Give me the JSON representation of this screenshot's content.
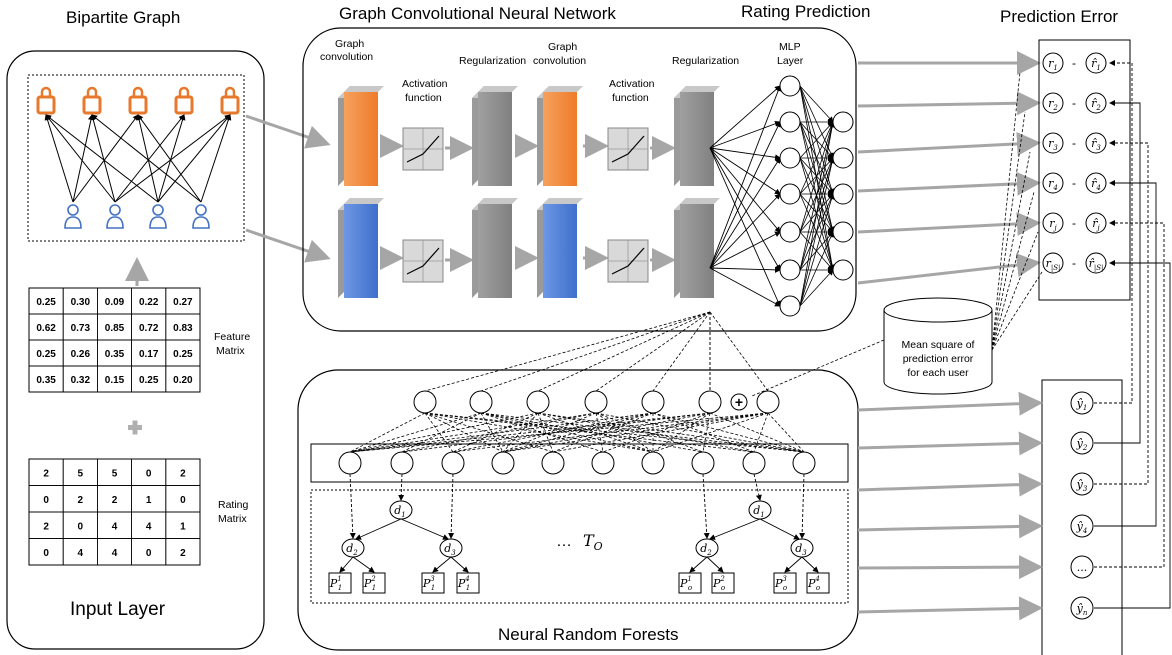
{
  "titles": {
    "bipartite": "Bipartite Graph",
    "gcn": "Graph Convolutional Neural Network",
    "rating": "Rating Prediction",
    "error": "Prediction Error",
    "input_layer": "Input Layer",
    "nrf": "Neural Random Forests"
  },
  "gcn_labels": {
    "graph_conv_1": [
      "Graph",
      "convolution"
    ],
    "activation_1": [
      "Activation",
      "function"
    ],
    "regularization_1": "Regularization",
    "graph_conv_2": [
      "Graph",
      "convolution"
    ],
    "activation_2": [
      "Activation",
      "function"
    ],
    "regularization_2": "Regularization",
    "mlp": [
      "MLP",
      "Layer"
    ]
  },
  "feature_matrix": {
    "label": [
      "Feature",
      "Matrix"
    ],
    "rows": [
      [
        "0.25",
        "0.30",
        "0.09",
        "0.22",
        "0.27"
      ],
      [
        "0.62",
        "0.73",
        "0.85",
        "0.72",
        "0.83"
      ],
      [
        "0.25",
        "0.26",
        "0.35",
        "0.17",
        "0.25"
      ],
      [
        "0.35",
        "0.32",
        "0.15",
        "0.25",
        "0.20"
      ]
    ]
  },
  "rating_matrix": {
    "label": [
      "Rating",
      "Matrix"
    ],
    "rows": [
      [
        "2",
        "5",
        "5",
        "0",
        "2"
      ],
      [
        "0",
        "2",
        "2",
        "1",
        "0"
      ],
      [
        "2",
        "0",
        "4",
        "4",
        "1"
      ],
      [
        "0",
        "4",
        "4",
        "0",
        "2"
      ]
    ]
  },
  "mse": [
    "Mean square of",
    "prediction error",
    "for each user"
  ],
  "error_rows": [
    {
      "r": "r",
      "sub": "1",
      "minus": "-",
      "rhat_sub": "1"
    },
    {
      "r": "r",
      "sub": "2",
      "minus": "-",
      "rhat_sub": "2"
    },
    {
      "r": "r",
      "sub": "3",
      "minus": "-",
      "rhat_sub": "3"
    },
    {
      "r": "r",
      "sub": "4",
      "minus": "-",
      "rhat_sub": "4"
    },
    {
      "r": "r",
      "sub": "j",
      "minus": "-",
      "rhat_sub": "j"
    },
    {
      "r": "r",
      "sub": "|S|",
      "minus": "-",
      "rhat_sub": "|S|"
    }
  ],
  "y_outputs": [
    {
      "label": "ŷ",
      "sub": "1"
    },
    {
      "label": "ŷ",
      "sub": "2"
    },
    {
      "label": "ŷ",
      "sub": "3"
    },
    {
      "label": "ŷ",
      "sub": "4"
    },
    {
      "label": "...",
      "sub": ""
    },
    {
      "label": "ŷ",
      "sub": "n"
    }
  ],
  "trees": {
    "ellipsis": "…",
    "T": "T",
    "T_sub": "O",
    "d1": "d",
    "d1_sub": "1",
    "d2": "d",
    "d2_sub": "2",
    "d3": "d",
    "d3_sub": "3",
    "left_leaves": [
      {
        "p": "P",
        "sub": "1",
        "sup": "1"
      },
      {
        "p": "P",
        "sub": "1",
        "sup": "2"
      },
      {
        "p": "P",
        "sub": "1",
        "sup": "3"
      },
      {
        "p": "P",
        "sub": "1",
        "sup": "4"
      }
    ],
    "right_leaves": [
      {
        "p": "P",
        "sub": "o",
        "sup": "1"
      },
      {
        "p": "P",
        "sub": "o",
        "sup": "2"
      },
      {
        "p": "P",
        "sub": "o",
        "sup": "3"
      },
      {
        "p": "P",
        "sub": "o",
        "sup": "4"
      }
    ]
  },
  "plus_symbol": "+",
  "colors": {
    "orange": "#F08A3C",
    "blue": "#4A7BD4",
    "gray_layer": "#8C8C8C",
    "arrow_gray": "#A6A6A6",
    "icon_orange": "#E8792C",
    "icon_blue": "#4472C4"
  }
}
